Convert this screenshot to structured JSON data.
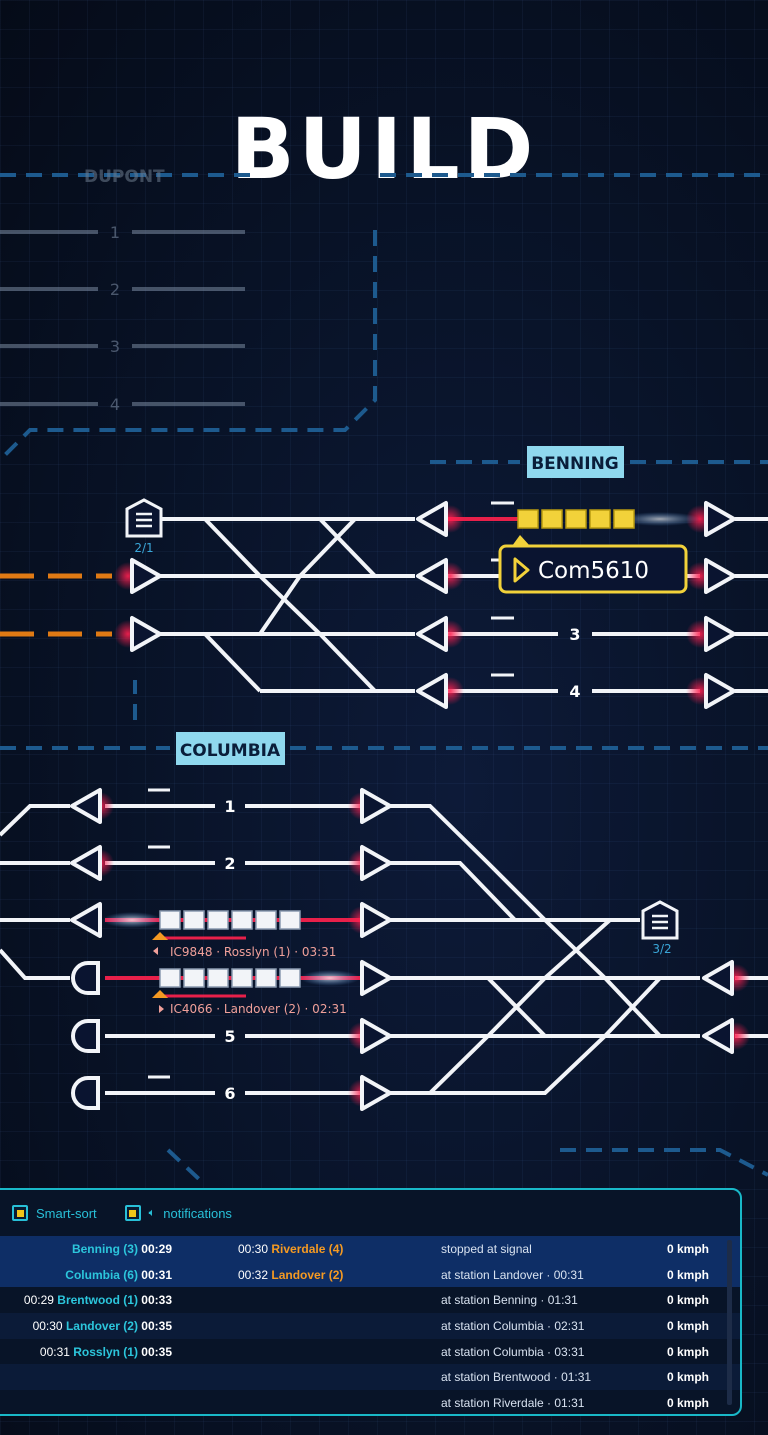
{
  "headline": "BUILD",
  "stations": {
    "dupont": "DUPONT",
    "benning": "BENNING",
    "columbia": "COLUMBIA"
  },
  "tracks": {
    "dupont": [
      "1",
      "2",
      "3",
      "4"
    ],
    "benning": [
      "3",
      "4"
    ],
    "columbia": [
      "1",
      "2",
      "5",
      "6"
    ]
  },
  "depots": {
    "benning": "2/1",
    "columbia": "3/2"
  },
  "train_tooltip": "Com5610",
  "train_tags": {
    "ic9848": "IC9848 · Rosslyn (1) · 03:31",
    "ic4066": "IC4066 · Landover (2) · 02:31"
  },
  "panel": {
    "smart_sort": "Smart-sort",
    "notifications": "notifications",
    "rows": [
      {
        "from_time": "",
        "from": "Benning (3)",
        "from_arr": "00:29",
        "to_time": "00:30",
        "to": "Riverdale (4)",
        "status": "stopped at signal",
        "speed": "0 kmph"
      },
      {
        "from_time": "",
        "from": "Columbia (6)",
        "from_arr": "00:31",
        "to_time": "00:32",
        "to": "Landover (2)",
        "status": "at station Landover · 00:31",
        "speed": "0 kmph"
      },
      {
        "from_time": "00:29",
        "from": "Brentwood (1)",
        "from_arr": "00:33",
        "to_time": "",
        "to": "",
        "status": "at station Benning · 01:31",
        "speed": "0 kmph"
      },
      {
        "from_time": "00:30",
        "from": "Landover (2)",
        "from_arr": "00:35",
        "to_time": "",
        "to": "",
        "status": "at station Columbia · 02:31",
        "speed": "0 kmph"
      },
      {
        "from_time": "00:31",
        "from": "Rosslyn (1)",
        "from_arr": "00:35",
        "to_time": "",
        "to": "",
        "status": "at station Columbia · 03:31",
        "speed": "0 kmph"
      },
      {
        "from_time": "",
        "from": "",
        "from_arr": "",
        "to_time": "",
        "to": "",
        "status": "at station Brentwood · 01:31",
        "speed": "0 kmph"
      },
      {
        "from_time": "",
        "from": "",
        "from_arr": "",
        "to_time": "",
        "to": "",
        "status": "at station Riverdale · 01:31",
        "speed": "0 kmph"
      }
    ]
  },
  "colors": {
    "accent": "#19b8c8",
    "station_tag": "#8fd8ee",
    "train_yellow": "#f2d23a",
    "signal_red": "#e8204a",
    "line_orange": "#e07a14"
  }
}
